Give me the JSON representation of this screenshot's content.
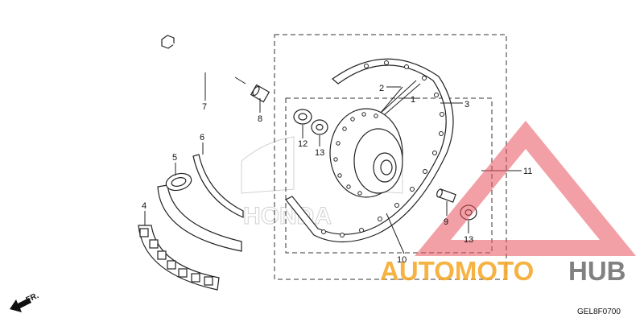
{
  "diagram": {
    "figure_code": "GEL8F0700",
    "direction_label": "FR.",
    "callouts": [
      "1",
      "2",
      "3",
      "4",
      "5",
      "6",
      "7",
      "8",
      "9",
      "10",
      "11",
      "12",
      "13",
      "13"
    ]
  },
  "watermark": {
    "brand_primary": "AUTOMOTO",
    "brand_secondary": "HUB",
    "background_logo_text": "HONDA",
    "colors": {
      "triangle": "#e8505b",
      "brand_primary": "#f5a623",
      "brand_secondary": "#6b6b6b"
    }
  }
}
